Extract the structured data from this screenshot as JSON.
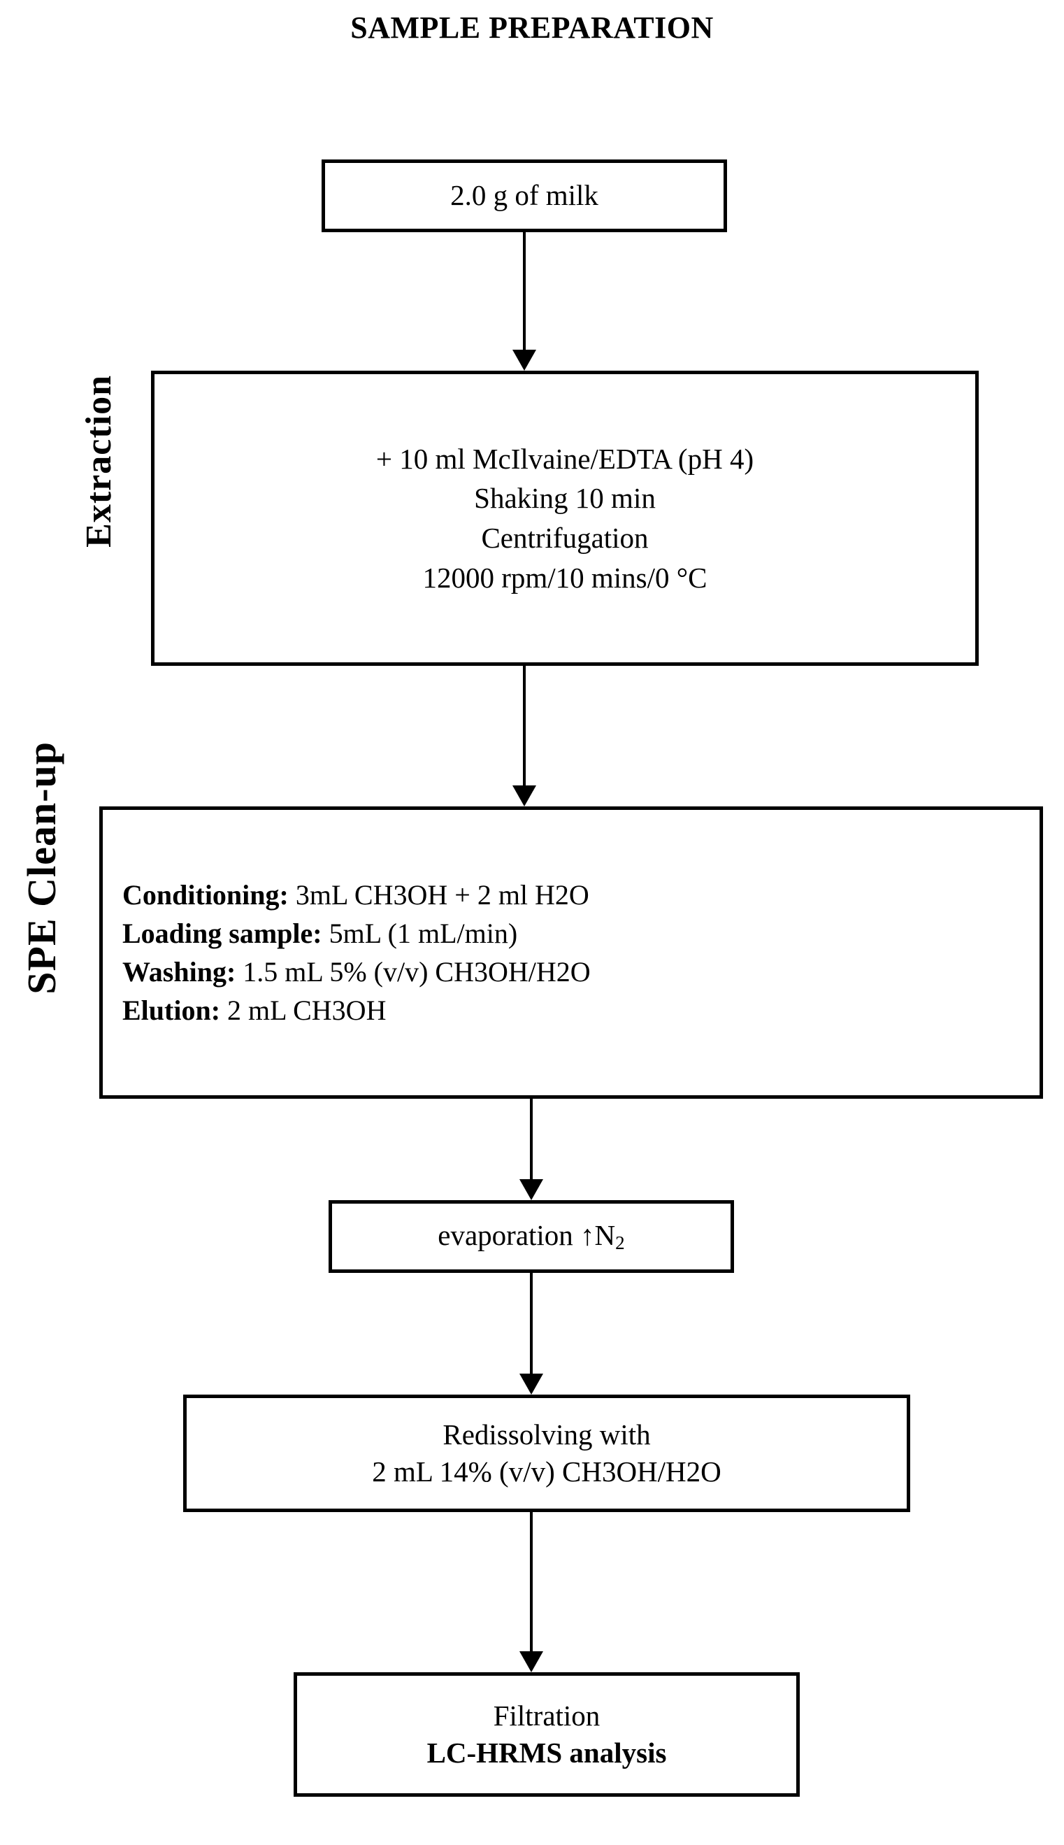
{
  "title": "SAMPLE PREPARATION",
  "section_labels": {
    "extraction": "Extraction",
    "spe_cleanup": "SPE Clean-up"
  },
  "steps": {
    "milk": {
      "name": "sample-amount",
      "lines": [
        "2.0 g of milk"
      ]
    },
    "extraction": {
      "name": "extraction-step",
      "lines": [
        "+ 10 ml McIlvaine/EDTA (pH 4)",
        "Shaking 10 min",
        "Centrifugation",
        "12000 rpm/10 mins/0 °C"
      ]
    },
    "spe": {
      "name": "spe-cleanup-step",
      "rows": [
        {
          "label": "Conditioning:",
          "value": "3mL CH3OH + 2 ml  H2O"
        },
        {
          "label": "Loading sample:",
          "value": "5mL (1 mL/min)"
        },
        {
          "label": "Washing:",
          "value": "1.5 mL 5% (v/v) CH3OH/H2O"
        },
        {
          "label": "Elution:",
          "value": "2 mL CH3OH"
        }
      ]
    },
    "evaporation": {
      "name": "evaporation-step",
      "lines": [
        "evaporation ↑N2"
      ]
    },
    "redissolving": {
      "name": "redissolving-step",
      "lines": [
        "Redissolving with",
        "2 mL 14% (v/v) CH3OH/H2O"
      ]
    },
    "filtration": {
      "name": "filtration-analysis-step",
      "lines": [
        "Filtration",
        "LC-HRMS analysis"
      ]
    }
  },
  "colors": {
    "background": "#ffffff",
    "stroke": "#000000",
    "text": "#000000"
  }
}
